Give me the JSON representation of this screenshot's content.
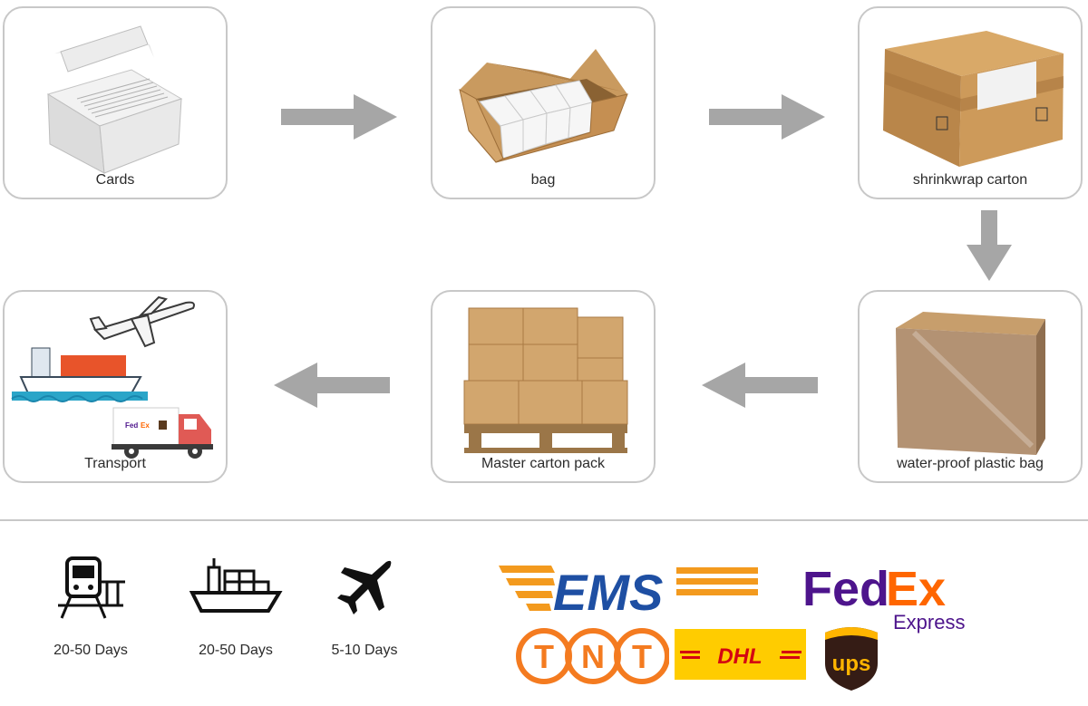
{
  "steps": [
    {
      "label": "Cards"
    },
    {
      "label": "bag"
    },
    {
      "label": "shrinkwrap carton"
    },
    {
      "label": "water-proof plastic bag"
    },
    {
      "label": "Master carton pack"
    },
    {
      "label": "Transport"
    }
  ],
  "shipping": [
    {
      "icon": "train-icon",
      "days": "20-50 Days"
    },
    {
      "icon": "ship-icon",
      "days": "20-50 Days"
    },
    {
      "icon": "airplane-icon",
      "days": "5-10 Days"
    }
  ],
  "carriers": {
    "ems": "EMS",
    "fedex_fed": "Fed",
    "fedex_ex": "Ex",
    "fedex_express": "Express",
    "tnt": [
      "T",
      "N",
      "T"
    ],
    "dhl": "DHL",
    "ups": "ups"
  },
  "colors": {
    "card_border": "#c8c8c8",
    "arrow": "#a6a6a6",
    "cardboard": "#c99a5f",
    "fedex_purple": "#4d148c",
    "fedex_orange": "#ff6600",
    "ems_blue": "#1e4fa3",
    "ems_orange": "#f39a1e",
    "dhl_yellow": "#ffcc00",
    "dhl_red": "#d40511",
    "tnt_orange": "#f47b20",
    "ups_brown": "#351c15",
    "ups_gold": "#ffb500"
  }
}
